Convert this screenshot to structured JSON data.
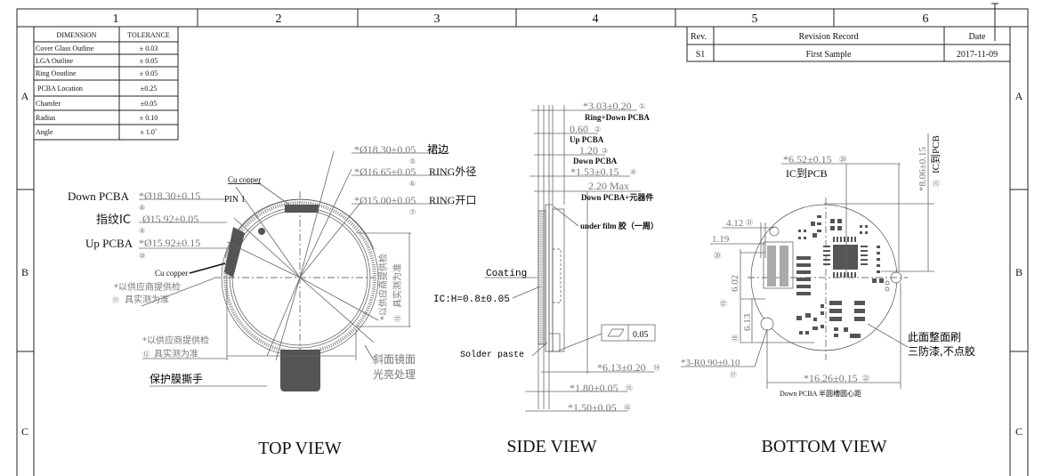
{
  "frame": {
    "columns": [
      "1",
      "2",
      "3",
      "4",
      "5",
      "6"
    ],
    "rows_left": [
      "A",
      "B",
      "C"
    ],
    "rows_right": [
      "A",
      "B",
      "C"
    ]
  },
  "tolerance_table": {
    "headers": [
      "DIMENSION",
      "TOLERANCE"
    ],
    "rows": [
      {
        "dimension": "Cover Glass Outline",
        "tolerance": "± 0.03"
      },
      {
        "dimension": "LGA Outline",
        "tolerance": "± 0.05"
      },
      {
        "dimension": "Ring Ooutline",
        "tolerance": "± 0.05"
      },
      {
        "dimension": "PCBA Location",
        "tolerance": "±0.25"
      },
      {
        "dimension": "Chamfer",
        "tolerance": "±0.05"
      },
      {
        "dimension": "Radius",
        "tolerance": "± 0.10"
      },
      {
        "dimension": "Angle",
        "tolerance": "± 1.0˚"
      }
    ]
  },
  "revision_table": {
    "headers": [
      "Rev.",
      "Revision Record",
      "Date"
    ],
    "rows": [
      {
        "rev": "S1",
        "record": "First Sample",
        "date": "2017-11-09"
      }
    ]
  },
  "top_view": {
    "title": "TOP VIEW",
    "labels": {
      "cu_copper_top": "Cu copper",
      "pin1": "PIN 1",
      "down_pcba": "Down PCBA",
      "down_pcba_dim": "*Ø18.30±0.15",
      "down_pcba_no": "⑧",
      "ic": "指纹IC",
      "ic_dim": "Ø15.92±0.05",
      "ic_no": "⑨",
      "up_pcba": "Up PCBA",
      "up_pcba_dim": "*Ø15.92±0.15",
      "up_pcba_no": "⑩",
      "cu_copper_left": "Cu copper",
      "note11_line1": "*以供应商提供检",
      "note11_line2": "具实测为准",
      "note11_no": "⑪",
      "note12_line1": "*以供应商提供检",
      "note12_line2": "具实测为准",
      "note12_no": "⑫",
      "note13_line1": "*以供应商提供检",
      "note13_line2": "具实测为准",
      "note13_no": "⑬",
      "skirt_dim": "*Ø18.30±0.05",
      "skirt_label": "裙边",
      "skirt_no": "⑤",
      "ring_od_dim": "*Ø16.65±0.05",
      "ring_od_label": "RING外径",
      "ring_od_no": "⑥",
      "ring_open_dim": "*Ø15.00±0.05",
      "ring_open_label": "RING开口",
      "ring_open_no": "⑦",
      "film_tab": "保护膜撕手",
      "bevel_line1": "斜面镜面",
      "bevel_line2": "光亮处理"
    }
  },
  "side_view": {
    "title": "SIDE VIEW",
    "labels": {
      "d1": "*3.03±0.20",
      "d1_no": "①",
      "d1_desc": "Ring+Down PCBA",
      "d2": "0.60",
      "d2_no": "②",
      "d2_desc": "Up PCBA",
      "d3": "1.20",
      "d3_no": "③",
      "d3_desc": "Down PCBA",
      "d4": "*1.53±0.15",
      "d4_no": "④",
      "d5": "2.20 Max",
      "d5_desc": "Down PCBA+元器件",
      "under_film": "under film 胶（一周）",
      "coating": "Coating",
      "ic_height": "IC:H=0.8±0.05",
      "solder": "Solder paste",
      "flatness": "0.05",
      "d14": "*6.13±0.20",
      "d14_no": "⑭",
      "d15": "*1.80±0.05",
      "d15_no": "⑮",
      "d16": "*1.50±0.05",
      "d16_no": "⑯"
    }
  },
  "bottom_view": {
    "title": "BOTTOM VIEW",
    "labels": {
      "d_ic_pcb_x": "*6.52±0.15",
      "d_ic_pcb_x_no": "⑳",
      "d_ic_pcb_x_desc": "IC到PCB",
      "d_ic_pcb_y": "*8.06±0.15",
      "d_ic_pcb_y_desc": "IC到PCB",
      "d_ic_pcb_y_no": "㉑",
      "d412": "4.12",
      "d412_no": "㉑",
      "d119": "1.19",
      "d119_no": "⑳",
      "d602": "6.02",
      "d602_no": "⑲",
      "d613": "6.13",
      "d613_no": "⑱",
      "radius": "*3-R0.90±0.10",
      "radius_no": "⑰",
      "span": "*16.26±0.15",
      "span_no": "㉒",
      "span_desc": "Down PCBA 半圆槽圆心距",
      "coat_note_line1": "此面整面刷",
      "coat_note_line2": "三防漆,不点胶"
    }
  }
}
